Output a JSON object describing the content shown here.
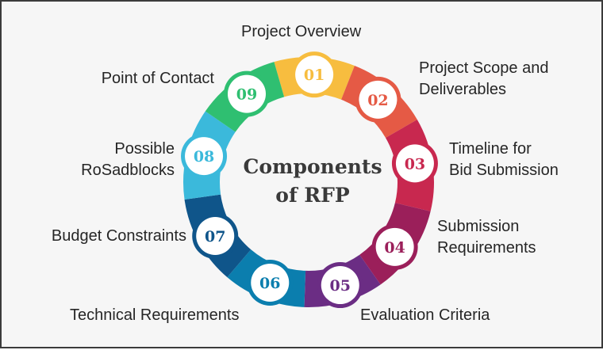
{
  "title": {
    "line1": "Components",
    "line2": "of RFP"
  },
  "steps": [
    {
      "number": "01",
      "color": "#f7bd3f",
      "label": [
        "Project Overview"
      ]
    },
    {
      "number": "02",
      "color": "#e55a45",
      "label": [
        "Project Scope and",
        "Deliverables"
      ]
    },
    {
      "number": "03",
      "color": "#c8284f",
      "label": [
        "Timeline for",
        "Bid Submission"
      ]
    },
    {
      "number": "04",
      "color": "#9b1f5a",
      "label": [
        "Submission",
        "Requirements"
      ]
    },
    {
      "number": "05",
      "color": "#6b2d84",
      "label": [
        "Evaluation Criteria"
      ]
    },
    {
      "number": "06",
      "color": "#0b7eae",
      "label": [
        "Technical Requirements"
      ]
    },
    {
      "number": "07",
      "color": "#0f558a",
      "label": [
        "Budget Constraints"
      ]
    },
    {
      "number": "08",
      "color": "#3bb9db",
      "label": [
        "Possible",
        "RoSadblocks"
      ]
    },
    {
      "number": "09",
      "color": "#2fbf71",
      "label": [
        "Point of Contact"
      ]
    }
  ]
}
